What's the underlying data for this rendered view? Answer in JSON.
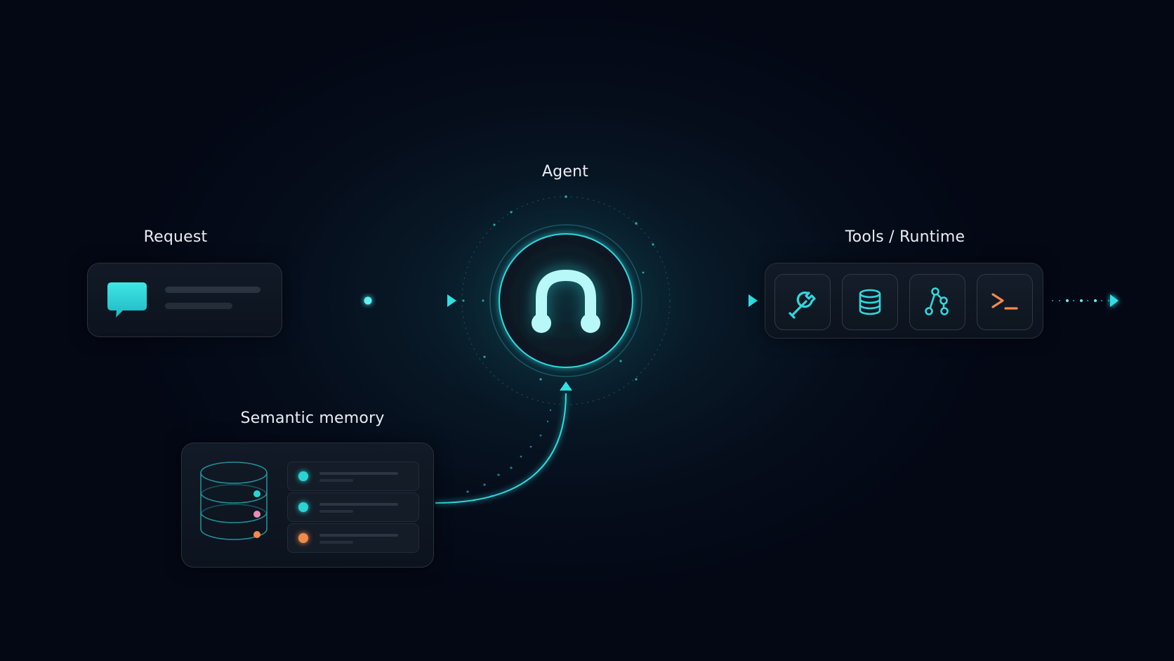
{
  "labels": {
    "request": "Request",
    "agent": "Agent",
    "tools": "Tools / Runtime",
    "memory": "Semantic memory"
  },
  "icons": {
    "request": "chat-bubble-icon",
    "agent": "agent-arch-icon",
    "tools": [
      "wrench-icon",
      "database-icon",
      "branch-icon",
      "terminal-icon"
    ],
    "memory": "database-stack-icon"
  },
  "memory_items": [
    {
      "dot_color": "#2ad4d4"
    },
    {
      "dot_color": "#2ad4d4"
    },
    {
      "dot_color": "#f28a4a"
    }
  ],
  "colors": {
    "accent": "#2fe0e6",
    "orange": "#f28a4a",
    "pink": "#e58fb4",
    "background": "#050a17"
  }
}
